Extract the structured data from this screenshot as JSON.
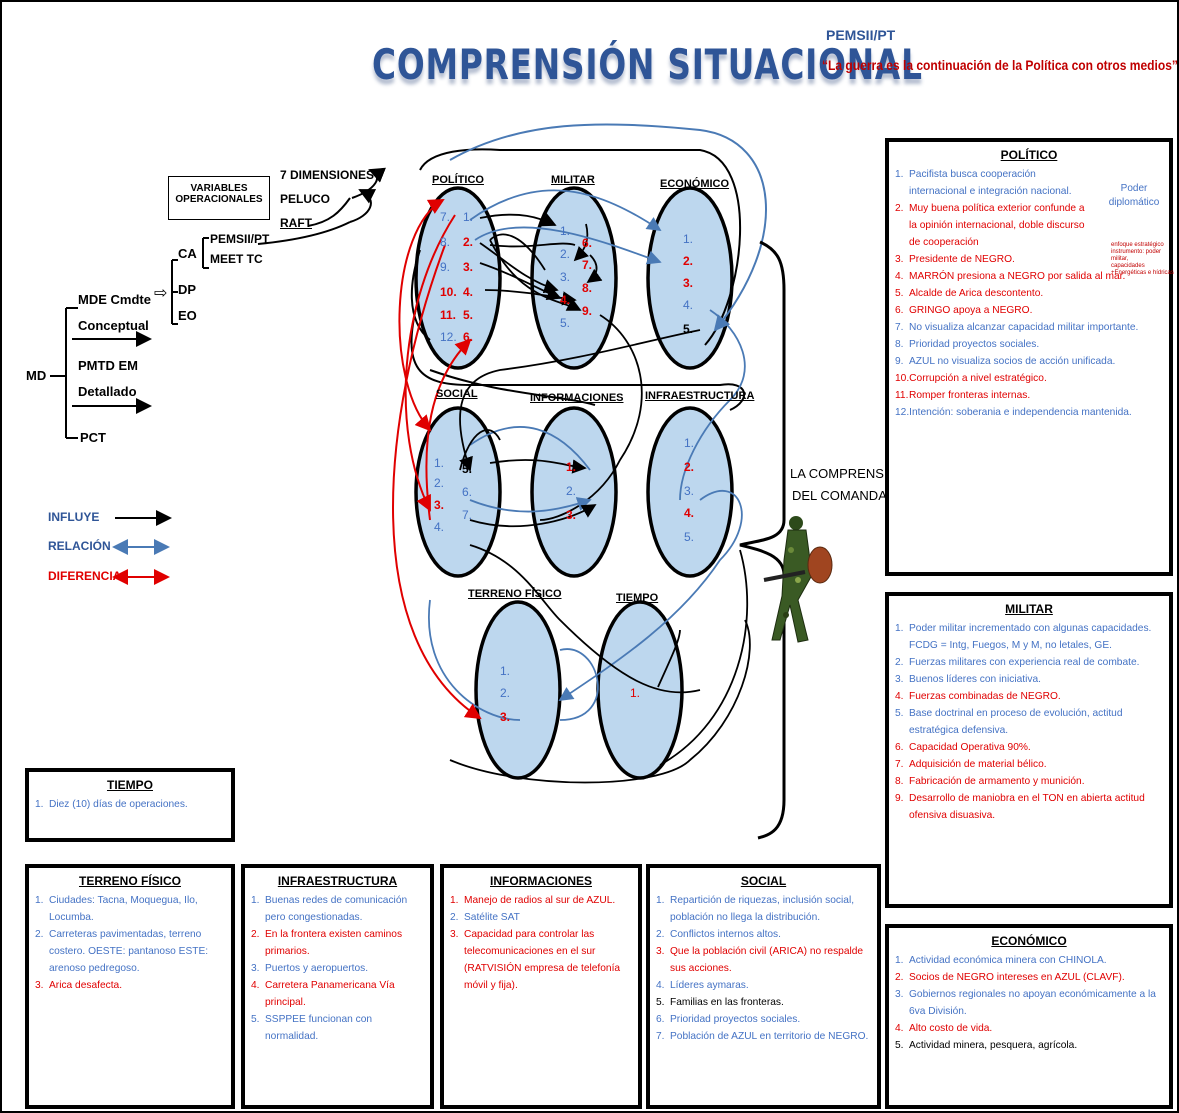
{
  "header": {
    "title": "COMPRENSIÓN SITUACIONAL",
    "tag": "PEMSII/PT",
    "quote": "“La guerra es la continuación de la Política con otros medios”"
  },
  "left": {
    "variables_box": [
      "VARIABLES",
      "OPERACIONALES"
    ],
    "dimensiones": [
      "7 DIMENSIONES",
      "PELUCO",
      "RAFT"
    ],
    "ca": "CA",
    "pemsii": "PEMSII/PT",
    "meet": "MEET TC",
    "dp": "DP",
    "eo": "EO",
    "md": "MD",
    "mde": "MDE Cmdte",
    "conceptual": "Conceptual",
    "pmtd": "PMTD EM",
    "detallado": "Detallado",
    "pct": "PCT",
    "arrow_symbol": "⇨"
  },
  "legend": {
    "influye": "INFLUYE",
    "relacion": "RELACIÓN",
    "diferencia": "DIFERENCIA"
  },
  "diagram": {
    "politico": "POLÍTICO",
    "militar": "MILITAR",
    "economico": "ECONÓMICO",
    "social": "SOCIAL",
    "informaciones": "INFORMACIONES",
    "infraestructura": "INFRAESTRUCTURA",
    "terreno": "TERRENO FÍSICO",
    "tiempo": "TIEMPO",
    "comprension": [
      "LA COMPRENSIÓN",
      "DEL COMANDANTE"
    ]
  },
  "boxes": {
    "politico": {
      "title": "POLÍTICO",
      "items": [
        {
          "n": "1.",
          "t": "Pacifista busca cooperación internacional e integración nacional.",
          "c": "blue"
        },
        {
          "n": "2.",
          "t": "Muy buena política exterior confunde a la opinión internacional, doble discurso de cooperación",
          "c": "red"
        },
        {
          "n": "3.",
          "t": "Presidente de NEGRO.",
          "c": "red"
        },
        {
          "n": "4.",
          "t": "MARRÓN presiona a NEGRO por salida al mar.",
          "c": "red"
        },
        {
          "n": "5.",
          "t": "Alcalde de Arica descontento.",
          "c": "red"
        },
        {
          "n": "6.",
          "t": "GRINGO apoya a NEGRO.",
          "c": "red"
        },
        {
          "n": "7.",
          "t": "No visualiza alcanzar capacidad militar importante.",
          "c": "blue"
        },
        {
          "n": "8.",
          "t": "Prioridad proyectos sociales.",
          "c": "blue"
        },
        {
          "n": "9.",
          "t": "AZUL no visualiza socios de acción unificada.",
          "c": "blue"
        },
        {
          "n": "10.",
          "t": "Corrupción a nivel estratégico.",
          "c": "red"
        },
        {
          "n": "11.",
          "t": "Romper fronteras internas.",
          "c": "red"
        },
        {
          "n": "12.",
          "t": "Intención: soberania e independencia mantenida.",
          "c": "blue"
        }
      ],
      "side1": "Poder diplomático",
      "side2": [
        "enfoque estratégico",
        "instrumento: poder militar,",
        "capacidades",
        "+Energéticas e hídricas"
      ]
    },
    "militar": {
      "title": "MILITAR",
      "items": [
        {
          "n": "1.",
          "t": "Poder militar incrementado con algunas capacidades. FCDG = Intg, Fuegos, M y M, no letales, GE.",
          "c": "blue"
        },
        {
          "n": "2.",
          "t": "Fuerzas militares con experiencia real de combate.",
          "c": "blue"
        },
        {
          "n": "3.",
          "t": "Buenos líderes con iniciativa.",
          "c": "blue"
        },
        {
          "n": "4.",
          "t": "Fuerzas combinadas de NEGRO.",
          "c": "red"
        },
        {
          "n": "5.",
          "t": "Base doctrinal en proceso de evolución, actitud estratégica defensiva.",
          "c": "blue"
        },
        {
          "n": "6.",
          "t": "Capacidad Operativa 90%.",
          "c": "red"
        },
        {
          "n": "7.",
          "t": "Adquisición de material bélico.",
          "c": "red"
        },
        {
          "n": "8.",
          "t": "Fabricación de armamento y munición.",
          "c": "red"
        },
        {
          "n": "9.",
          "t": "Desarrollo de maniobra en el TON en abierta actitud ofensiva disuasiva.",
          "c": "red"
        }
      ]
    },
    "economico": {
      "title": "ECONÓMICO",
      "items": [
        {
          "n": "1.",
          "t": "Actividad económica minera con CHINOLA.",
          "c": "blue"
        },
        {
          "n": "2.",
          "t": "Socios de NEGRO intereses en AZUL (CLAVF).",
          "c": "red"
        },
        {
          "n": "3.",
          "t": "Gobiernos regionales no apoyan económicamente a la 6va División.",
          "c": "blue"
        },
        {
          "n": "4.",
          "t": "Alto costo de vida.",
          "c": "red"
        },
        {
          "n": "5.",
          "t": "Actividad minera, pesquera, agrícola.",
          "c": "black"
        }
      ]
    },
    "tiempo": {
      "title": "TIEMPO",
      "items": [
        {
          "n": "1.",
          "t": "Diez (10) días de operaciones.",
          "c": "blue"
        }
      ]
    },
    "terreno": {
      "title": "TERRENO FÍSICO",
      "items": [
        {
          "n": "1.",
          "t": "Ciudades: Tacna, Moquegua, Ilo, Locumba.",
          "c": "blue"
        },
        {
          "n": "2.",
          "t": "Carreteras pavimentadas, terreno costero. OESTE: pantanoso ESTE: arenoso pedregoso.",
          "c": "blue"
        },
        {
          "n": "3.",
          "t": "Arica desafecta.",
          "c": "red"
        }
      ]
    },
    "infraestructura": {
      "title": "INFRAESTRUCTURA",
      "items": [
        {
          "n": "1.",
          "t": "Buenas redes de comunicación pero congestionadas.",
          "c": "blue"
        },
        {
          "n": "2.",
          "t": "En la frontera existen caminos primarios.",
          "c": "red"
        },
        {
          "n": "3.",
          "t": "Puertos y aeropuertos.",
          "c": "blue"
        },
        {
          "n": "4.",
          "t": "Carretera Panamericana Vía principal.",
          "c": "red"
        },
        {
          "n": "5.",
          "t": "SSPPEE funcionan con normalidad.",
          "c": "blue"
        }
      ]
    },
    "informaciones": {
      "title": "INFORMACIONES",
      "items": [
        {
          "n": "1.",
          "t": "Manejo de radios al sur de AZUL.",
          "c": "red"
        },
        {
          "n": "2.",
          "t": "Satélite SAT",
          "c": "blue"
        },
        {
          "n": "3.",
          "t": "Capacidad para controlar las telecomunicaciones en el sur (RATVISIÓN empresa de telefonía móvil y fija).",
          "c": "red"
        }
      ]
    },
    "social": {
      "title": "SOCIAL",
      "items": [
        {
          "n": "1.",
          "t": "Repartición de riquezas, inclusión social, población no llega la distribución.",
          "c": "blue"
        },
        {
          "n": "2.",
          "t": "Conflictos internos altos.",
          "c": "blue"
        },
        {
          "n": "3.",
          "t": "Que la población civil (ARICA) no respalde sus acciones.",
          "c": "red"
        },
        {
          "n": "4.",
          "t": "Líderes aymaras.",
          "c": "blue"
        },
        {
          "n": "5.",
          "t": "Familias en las fronteras.",
          "c": "black"
        },
        {
          "n": "6.",
          "t": "Prioridad proyectos sociales.",
          "c": "blue"
        },
        {
          "n": "7.",
          "t": "Población de AZUL en territorio de NEGRO.",
          "c": "blue"
        }
      ]
    }
  },
  "colors": {
    "blue": "#4472c4",
    "red": "#e00000",
    "ellipse": "#bdd7ee",
    "title": "#2f5597"
  }
}
